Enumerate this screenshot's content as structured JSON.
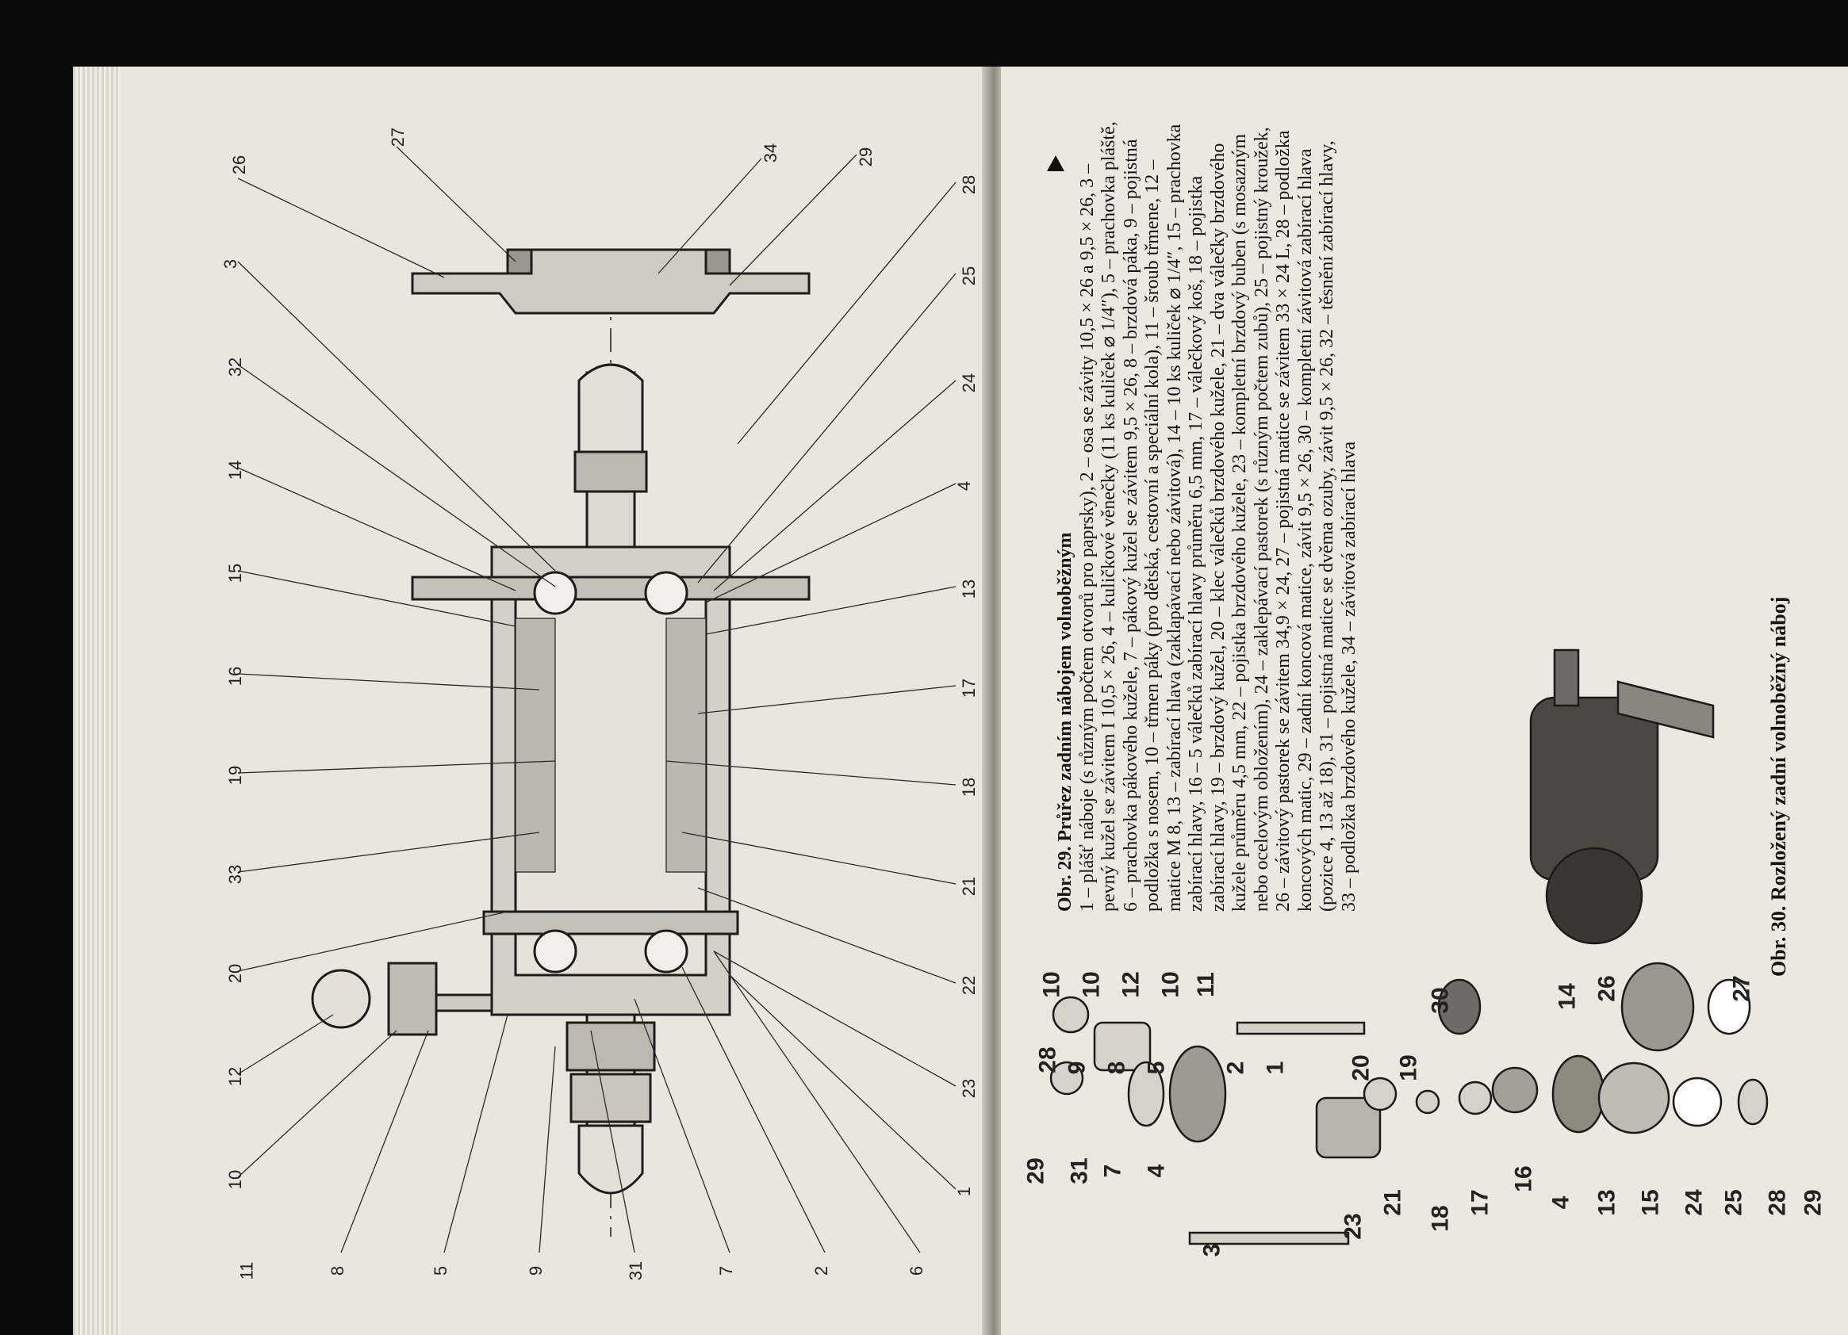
{
  "figure29": {
    "title": "Obr. 29. Průřez zadním nábojem volnoběžným",
    "body": "1 – plášť náboje (s různým počtem otvorů pro paprsky), 2 – osa se závity 10,5 × 26 a 9,5 × 26, 3 – pevný kužel se závitem I 10,5 × 26, 4 – kuličkové věnečky (11 ks kuliček ⌀ 1/4″), 5 – prachovka pláště, 6 – prachovka pákového kužele, 7 – pákový kužel se závitem 9,5 × 26, 8 – brzdová páka, 9 – pojistná podložka s nosem, 10 – třmen páky (pro dětská, cestovní a speciální kola), 11 – šroub třmene, 12 – matice M 8, 13 – zabírací hlava (zaklapávací nebo závitová), 14 – 10 ks kuliček ⌀ 1/4″, 15 – prachovka zabírací hlavy, 16 – 5 válečků zabírací hlavy průměru 6,5 mm, 17 – válečkový koš, 18 – pojistka zabírací hlavy, 19 – brzdový kužel, 20 – klec válečků brzdového kužele, 21 – dva válečky brzdového kužele průměru 4,5 mm, 22 – pojistka brzdového kužele, 23 – kompletní brzdový buben (s mosazným nebo ocelovým obložením), 24 – zaklepávací pastorek (s různým počtem zubů), 25 – pojistný kroužek, 26 – závitový pastorek se závitem 34,9 × 24, 27 – pojistná matice se závitem 33 × 24 L, 28 – podložka koncových matic, 29 – zadní koncová matice, závit 9,5 × 26, 30 – kompletní závitová zabírací hlava (pozice 4, 13 až 18), 31 – pojistná matice se dvěma ozuby, závit 9,5 × 26, 32 – těsnění zabírací hlavy, 33 – podložka brzdového kužele, 34 – závitová zabírací hlava"
  },
  "figure30": {
    "title": "Obr. 30. Rozložený zadní volnoběžný náboj"
  },
  "section_labels": {
    "top": [
      "26",
      "27",
      "34",
      "29",
      "28"
    ],
    "left_top": [
      "3",
      "32",
      "14",
      "15",
      "16",
      "19",
      "33",
      "20",
      "12",
      "10"
    ],
    "right": [
      "25",
      "24",
      "4",
      "13",
      "17",
      "18",
      "21",
      "22",
      "23",
      "1"
    ],
    "bottom": [
      "11",
      "8",
      "5",
      "9",
      "31",
      "7",
      "2",
      "6"
    ]
  },
  "exploded_labels": {
    "upper": [
      "10",
      "10",
      "12",
      "10",
      "11",
      "28",
      "9",
      "8",
      "5",
      "2",
      "1",
      "30",
      "20",
      "19",
      "14",
      "26",
      "27"
    ],
    "lower": [
      "29",
      "31",
      "7",
      "4",
      "3",
      "23",
      "21",
      "18",
      "17",
      "16",
      "4",
      "13",
      "15",
      "24",
      "25",
      "28",
      "29"
    ]
  }
}
